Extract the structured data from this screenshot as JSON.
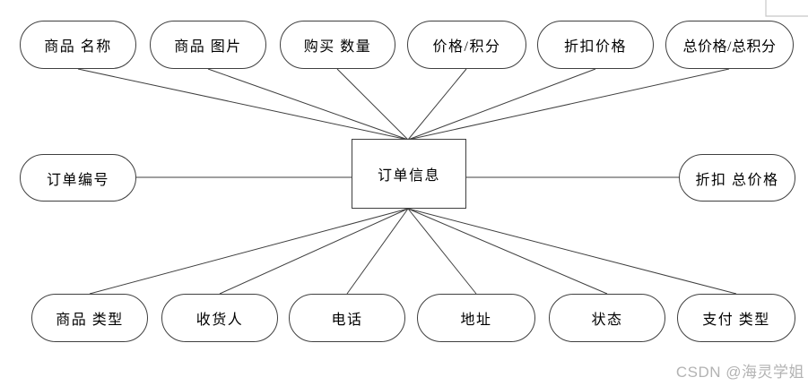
{
  "entity": {
    "label": "订单信息"
  },
  "attributes": {
    "top": [
      {
        "label": "商品 名称"
      },
      {
        "label": "商品 图片"
      },
      {
        "label": "购买 数量"
      },
      {
        "label": "价格/积分"
      },
      {
        "label": "折扣价格"
      },
      {
        "label": "总价格/总积分"
      }
    ],
    "left": {
      "label": "订单编号"
    },
    "right": {
      "label": "折扣 总价格"
    },
    "bottom": [
      {
        "label": "商品 类型"
      },
      {
        "label": "收货人"
      },
      {
        "label": "电话"
      },
      {
        "label": "地址"
      },
      {
        "label": "状态"
      },
      {
        "label": "支付 类型"
      }
    ]
  },
  "watermark": {
    "text": "CSDN @海灵学姐"
  },
  "colors": {
    "connector_line": "#3f3f3f",
    "shape_border": "#3f3f3f",
    "label_text": "#000000",
    "watermark_text": "#b3b3b3",
    "page_corner": "#c8c8c8"
  }
}
